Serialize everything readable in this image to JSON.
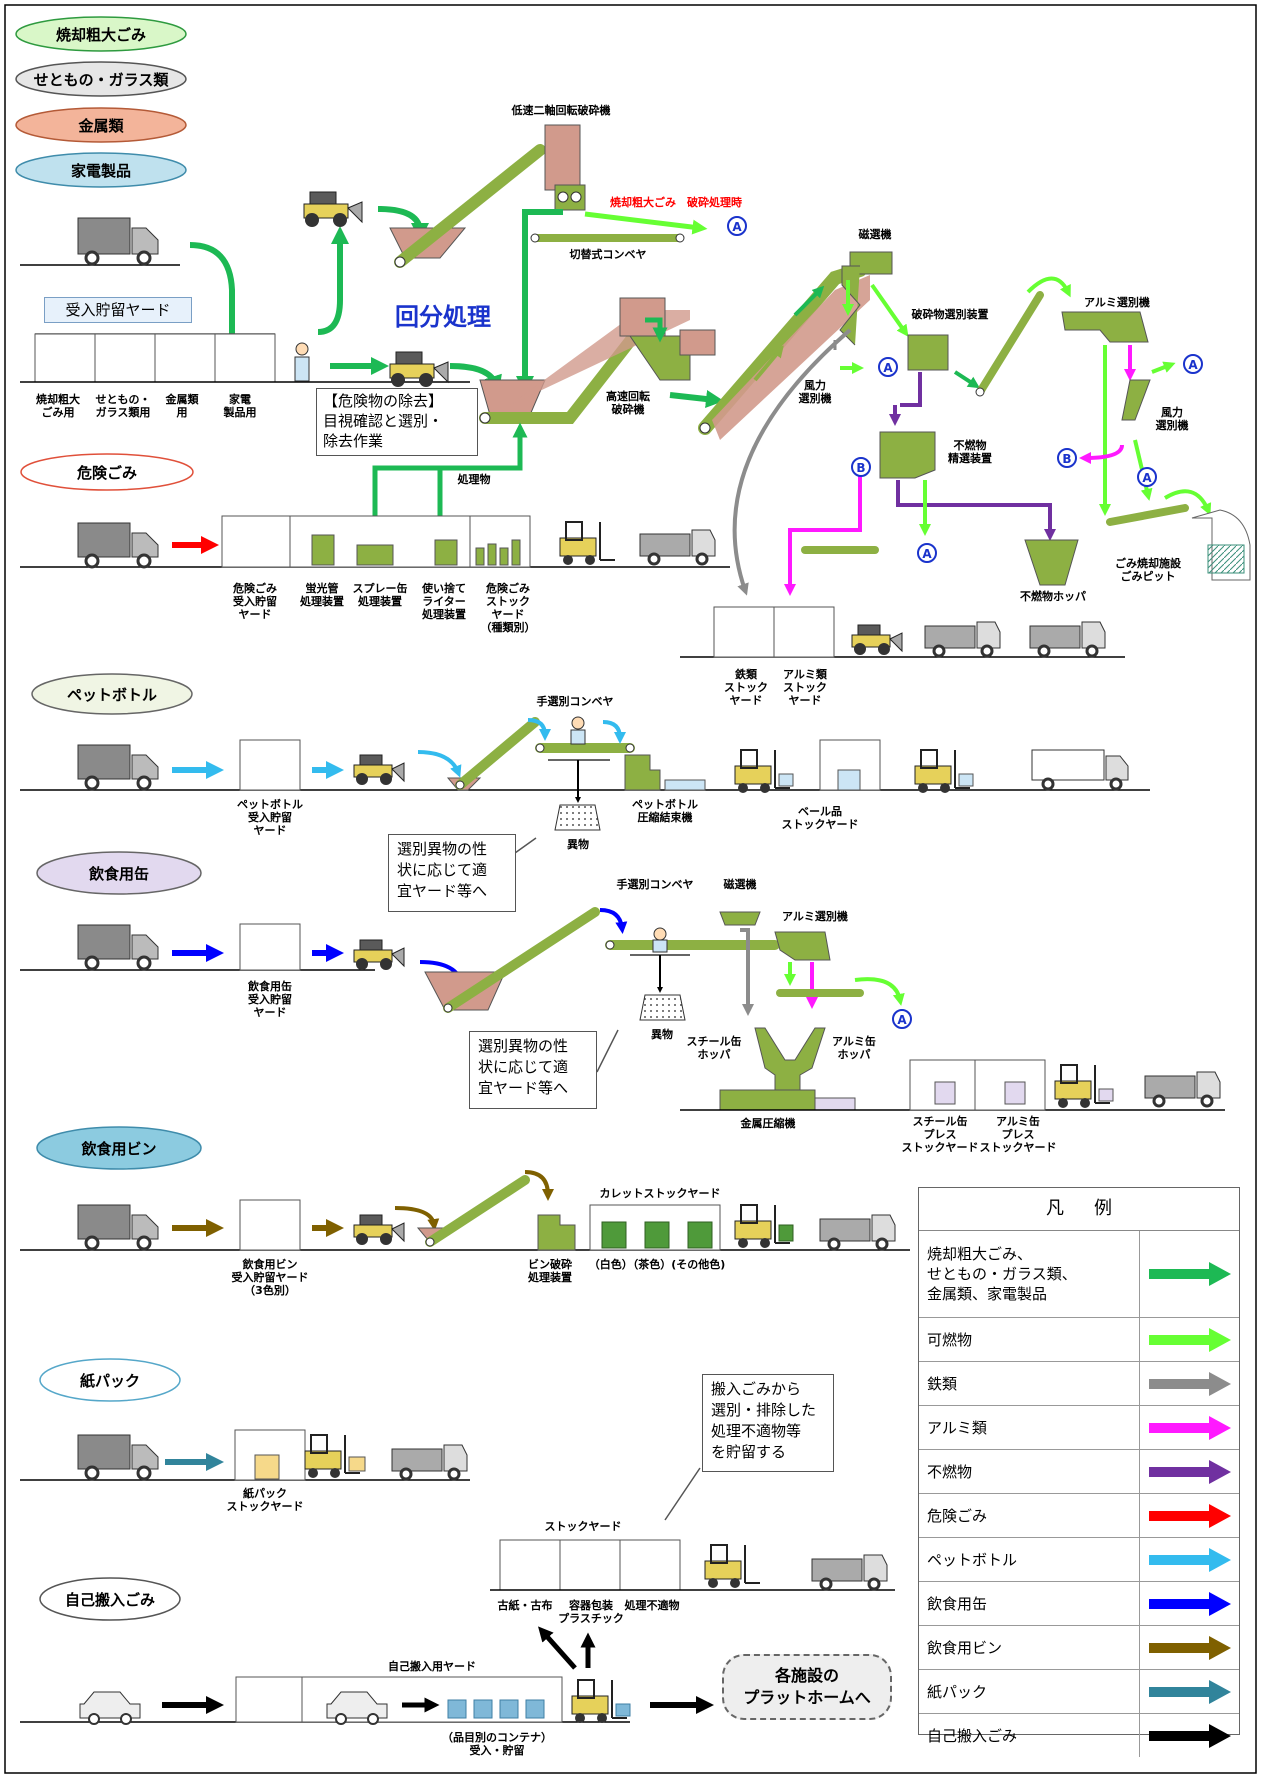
{
  "categories": [
    {
      "label": "焼却粗大ごみ",
      "color": "#d9f7c8",
      "border": "#2e9a3f"
    },
    {
      "label": "せともの・ガラス類",
      "color": "#e6e6e6",
      "border": "#555555"
    },
    {
      "label": "金属類",
      "color": "#f3b49a",
      "border": "#b45a37"
    },
    {
      "label": "家電製品",
      "color": "#bfe1ee",
      "border": "#3f8cab"
    }
  ],
  "section1": {
    "yard_header": "受入貯留ヤード",
    "title": "回分処理",
    "bays": [
      "焼却粗大\nごみ用",
      "せともの・\nガラス類用",
      "金属類\n用",
      "家電\n製品用"
    ],
    "callout": [
      "【危険物の除去】",
      "目視確認と選別・",
      "除去作業"
    ],
    "labels": {
      "crusher_slow": "低速二軸回転破砕機",
      "bulky_when_crushing": "焼却粗大ごみ　破砕処理時",
      "switch_conveyor": "切替式コンベヤ",
      "fast_crusher": "高速回転\n破砕機",
      "magnet": "磁選機",
      "wind_sorter1": "風力\n選別機",
      "crushed_sorter": "破砕物選別装置",
      "aluminum_sorter": "アルミ選別機",
      "wind_sorter2": "風力\n選別機",
      "nonburn_refiner": "不燃物\n精選装置",
      "nonburn_hopper": "不燃物ホッパ",
      "pit": "ごみ焼却施設\nごみピット",
      "iron_yard": "鉄類\nストック\nヤード",
      "alu_yard": "アルミ類\nストック\nヤード",
      "processed": "処理物"
    }
  },
  "hazard": {
    "pill": "危険ごみ",
    "stations": [
      "危険ごみ\n受入貯留\nヤード",
      "蛍光管\n処理装置",
      "スプレー缶\n処理装置",
      "使い捨て\nライター\n処理装置",
      "危険ごみ\nストック\nヤード\n（種類別）"
    ]
  },
  "pet": {
    "pill": "ペットボトル",
    "conveyor": "手選別コンベヤ",
    "yard": "ペットボトル\n受入貯留\nヤード",
    "foreign": "異物",
    "press": "ペットボトル\n圧縮結束機",
    "bale_yard": "ベール品\nストックヤード",
    "callout": [
      "選別異物の性",
      "状に応じて適",
      "宜ヤード等へ"
    ]
  },
  "can": {
    "pill": "飲食用缶",
    "conveyor": "手選別コンベヤ",
    "magnet": "磁選機",
    "alu_sorter": "アルミ選別機",
    "yard": "飲食用缶\n受入貯留\nヤード",
    "foreign": "異物",
    "steel_hopper": "スチール缶\nホッパ",
    "alu_hopper": "アルミ缶\nホッパ",
    "compressor": "金属圧縮機",
    "steel_yard": "スチール缶\nプレス\nストックヤード",
    "alu_yard": "アルミ缶\nプレス\nストックヤード",
    "callout": [
      "選別異物の性",
      "状に応じて適",
      "宜ヤード等へ"
    ]
  },
  "bottle": {
    "pill": "飲食用ビン",
    "cullet_yard": "カレットストックヤード",
    "yard": "飲食用ビン\n受入貯留ヤード\n（3色別）",
    "crusher": "ビン破砕\n処理装置",
    "colors": "（白色）（茶色）(その他色)"
  },
  "paper": {
    "pill": "紙パック",
    "yard": "紙パック\nストックヤード"
  },
  "stock": {
    "callout": [
      "搬入ごみから",
      "選別・排除した",
      "処理不適物等",
      "を貯留する"
    ],
    "title": "ストックヤード",
    "bays": [
      "古紙・古布",
      "容器包装\nプラスチック",
      "処理不適物"
    ]
  },
  "self": {
    "pill": "自己搬入ごみ",
    "yard": "自己搬入用ヤード",
    "containers": "（品目別のコンテナ）\n受入・貯留",
    "platform": [
      "各施設の",
      "プラットホームへ"
    ]
  },
  "markers": {
    "A": "A",
    "B": "B"
  },
  "legend": {
    "title": "凡例",
    "rows": [
      {
        "label": "焼却粗大ごみ、\nせともの・ガラス類、\n金属類、家電製品",
        "color": "#1db954"
      },
      {
        "label": "可燃物",
        "color": "#66ff33"
      },
      {
        "label": "鉄類",
        "color": "#8c8c8c"
      },
      {
        "label": "アルミ類",
        "color": "#ff19ff"
      },
      {
        "label": "不燃物",
        "color": "#7030a0"
      },
      {
        "label": "危険ごみ",
        "color": "#ff0000"
      },
      {
        "label": "ペットボトル",
        "color": "#33bbee"
      },
      {
        "label": "飲食用缶",
        "color": "#0000ff"
      },
      {
        "label": "飲食用ビン",
        "color": "#7f6000"
      },
      {
        "label": "紙パック",
        "color": "#31849b"
      },
      {
        "label": "自己搬入ごみ",
        "color": "#000000"
      }
    ]
  }
}
